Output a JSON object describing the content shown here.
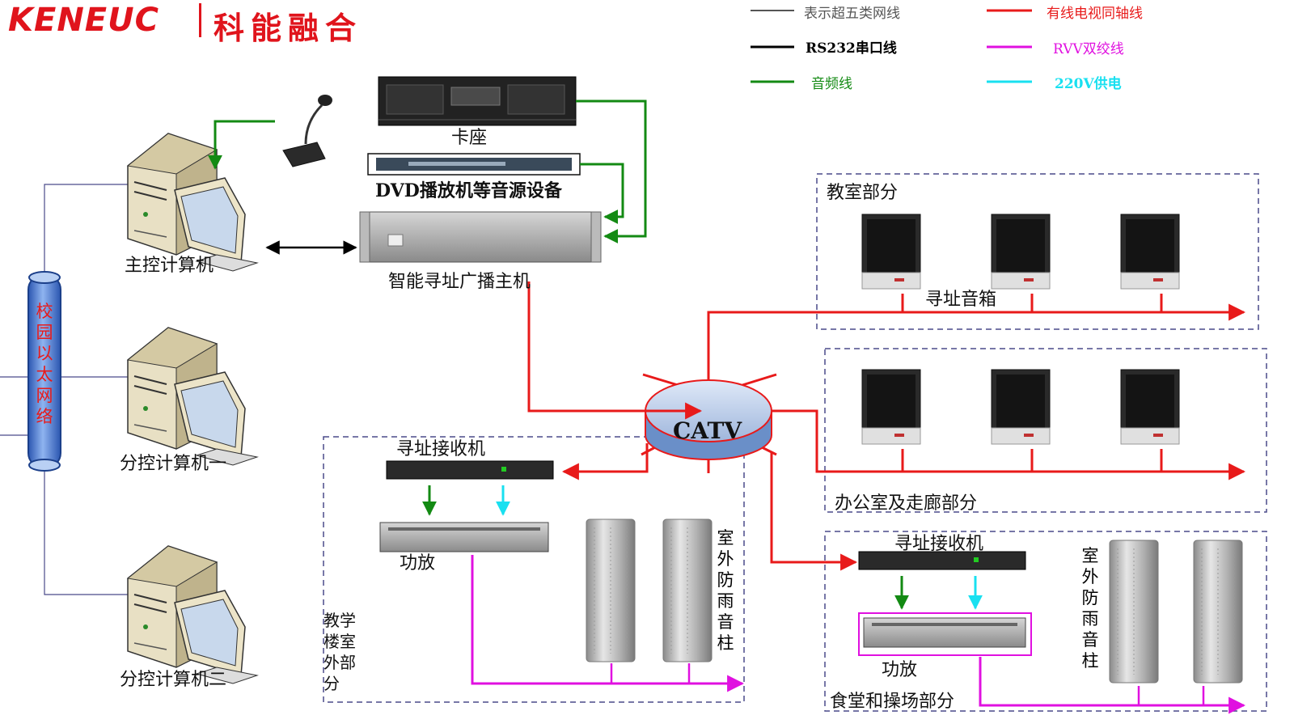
{
  "logo": {
    "en": "KENEUC",
    "cn": "科能融合"
  },
  "legend": [
    {
      "label": "表示超五类网线",
      "color": "#555555"
    },
    {
      "label": "有线电视同轴线",
      "color": "#e81a1a"
    },
    {
      "label": "RS232串口线",
      "color": "#000000"
    },
    {
      "label": "RVV双绞线",
      "color": "#e010e0"
    },
    {
      "label": "音频线",
      "color": "#138a13"
    },
    {
      "label": "220V供电",
      "color": "#19e0f0"
    }
  ],
  "labels": {
    "main_pc": "主控计算机",
    "sub_pc1": "分控计算机一",
    "sub_pc2": "分控计算机二",
    "ethernet": "校园以太网络",
    "deck": "卡座",
    "dvd": "DVD播放机等音源设备",
    "host": "智能寻址广播主机",
    "catv": "CATV",
    "classroom": "教室部分",
    "speaker": "寻址音箱",
    "office": "办公室及走廊部分",
    "receiver1": "寻址接收机",
    "amp1": "功放",
    "outdoor1": "室外防雨音柱",
    "teaching": "教学楼室外部分",
    "receiver2": "寻址接收机",
    "amp2": "功放",
    "outdoor2": "室外防雨音柱",
    "canteen": "食堂和操场部分"
  },
  "colors": {
    "network": "#555555",
    "coax": "#e81a1a",
    "serial": "#000000",
    "rvv": "#e010e0",
    "audio": "#138a13",
    "power": "#19e0f0",
    "zone_border": "#4a4a8a",
    "ethernet_tube": "#3a6fd0",
    "brand": "#e0141c"
  }
}
